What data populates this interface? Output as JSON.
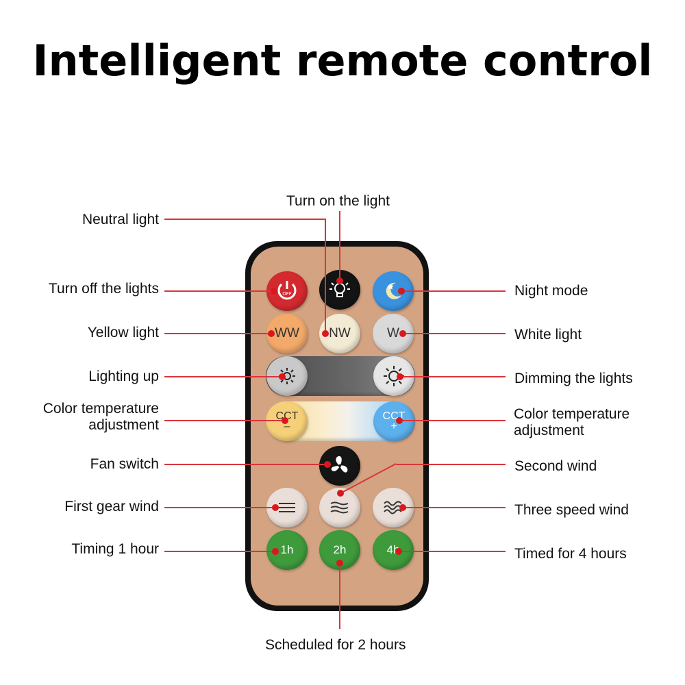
{
  "title": "Intelligent remote control",
  "buttons": {
    "off": "OFF",
    "warm": "WW",
    "neutral": "NW",
    "white": "W",
    "cct_minus": "CCT",
    "cct_minus_sign": "–",
    "cct_plus": "CCT",
    "cct_plus_sign": "+",
    "timer_1": "1h",
    "timer_2": "2h",
    "timer_4": "4h"
  },
  "labels": {
    "turn_on": "Turn on the light",
    "neutral": "Neutral light",
    "turn_off": "Turn off the lights",
    "night": "Night mode",
    "yellow": "Yellow light",
    "white": "White light",
    "lighting_up": "Lighting up",
    "dimming": "Dimming the lights",
    "cct_left_1": "Color temperature",
    "cct_left_2": "adjustment",
    "cct_right_1": "Color temperature",
    "cct_right_2": "adjustment",
    "fan": "Fan switch",
    "second_wind": "Second wind",
    "first_gear": "First gear wind",
    "three_speed": "Three speed wind",
    "timing_1": "Timing 1 hour",
    "timed_4": "Timed for 4 hours",
    "scheduled_2": "Scheduled for 2 hours"
  },
  "colors": {
    "accent_line": "#d9353a",
    "remote_body": "#d3a382",
    "off_button": "#d4242b",
    "night_button": "#2f8ee0",
    "timer_button": "#3c9a3a"
  }
}
